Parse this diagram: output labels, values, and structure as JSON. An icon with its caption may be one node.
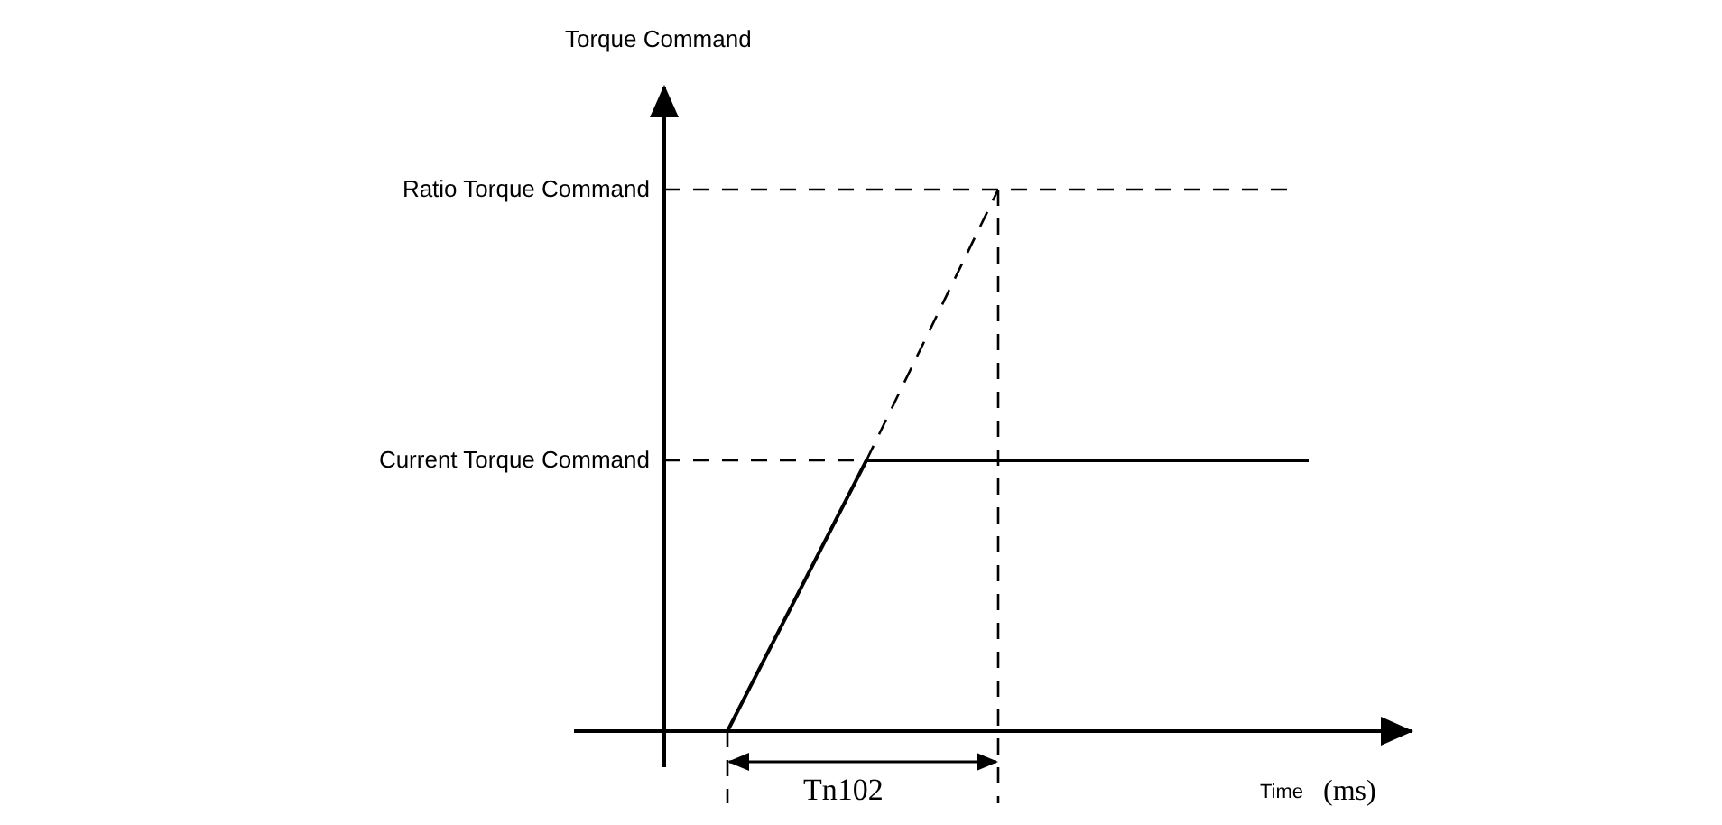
{
  "diagram": {
    "labels": [
      "Torque Command",
      "Ratio Torque Command",
      "Current Torque Command",
      "Tn102",
      "Time",
      "(ms)"
    ]
  }
}
